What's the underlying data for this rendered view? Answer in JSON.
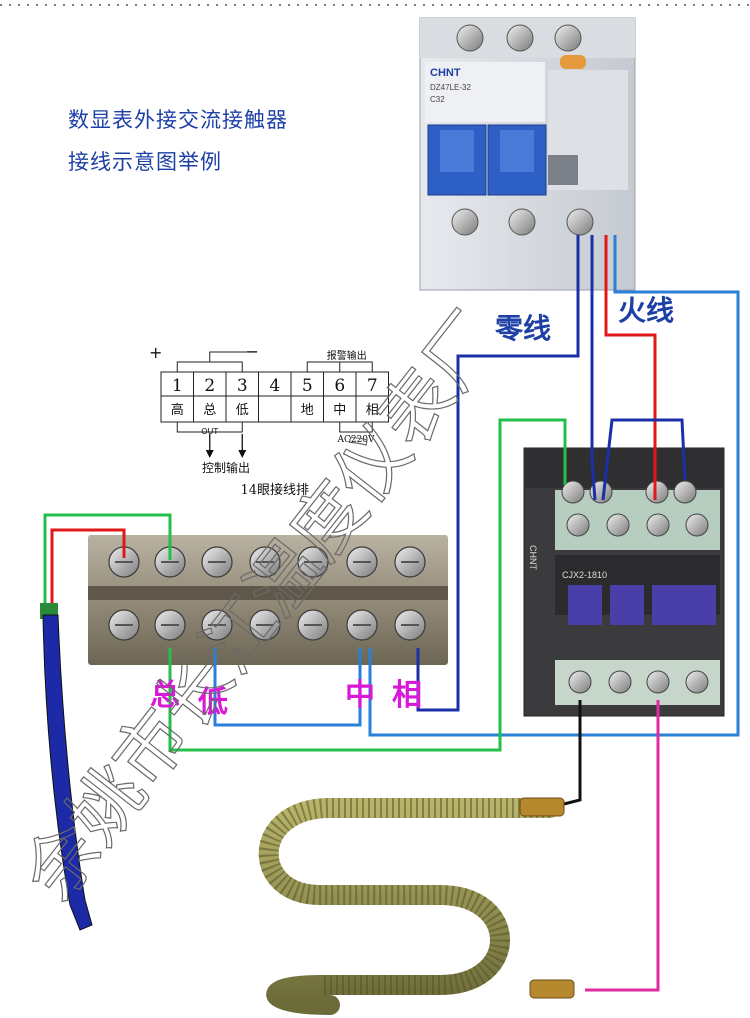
{
  "title": {
    "line1": "数显表外接交流接触器",
    "line2": "接线示意图举例"
  },
  "terminal_schematic": {
    "numbers": [
      "1",
      "2",
      "3",
      "4",
      "5",
      "6",
      "7"
    ],
    "labels": [
      "高",
      "总",
      "低",
      "",
      "地",
      "中",
      "相"
    ],
    "plus": "+",
    "minus": "−",
    "alarm_label": "报警输出",
    "out_label": "OUT",
    "ac_label": "AC220V",
    "control_label": "控制输出",
    "caption": "14眼接线排"
  },
  "breaker": {
    "brand": "CHNT",
    "model": "DZ47LE-32",
    "rating": "C32"
  },
  "contactor": {
    "model": "CJX2-1810",
    "brand": "CHNT"
  },
  "wire_labels": {
    "neutral": "零线",
    "live": "火线",
    "total": "总",
    "low": "低",
    "neutral_term": "中",
    "phase_term": "相"
  },
  "watermark": "余姚市长江温度仪表厂",
  "colors": {
    "green_wire": "#22c04a",
    "red_wire": "#e01818",
    "blue_wire": "#1b2fa8",
    "light_blue_wire": "#2a7fd8",
    "pink_wire": "#e02aa0",
    "black_wire": "#111111",
    "label_blue": "#1d3fa6",
    "label_magenta": "#d81ad8"
  }
}
